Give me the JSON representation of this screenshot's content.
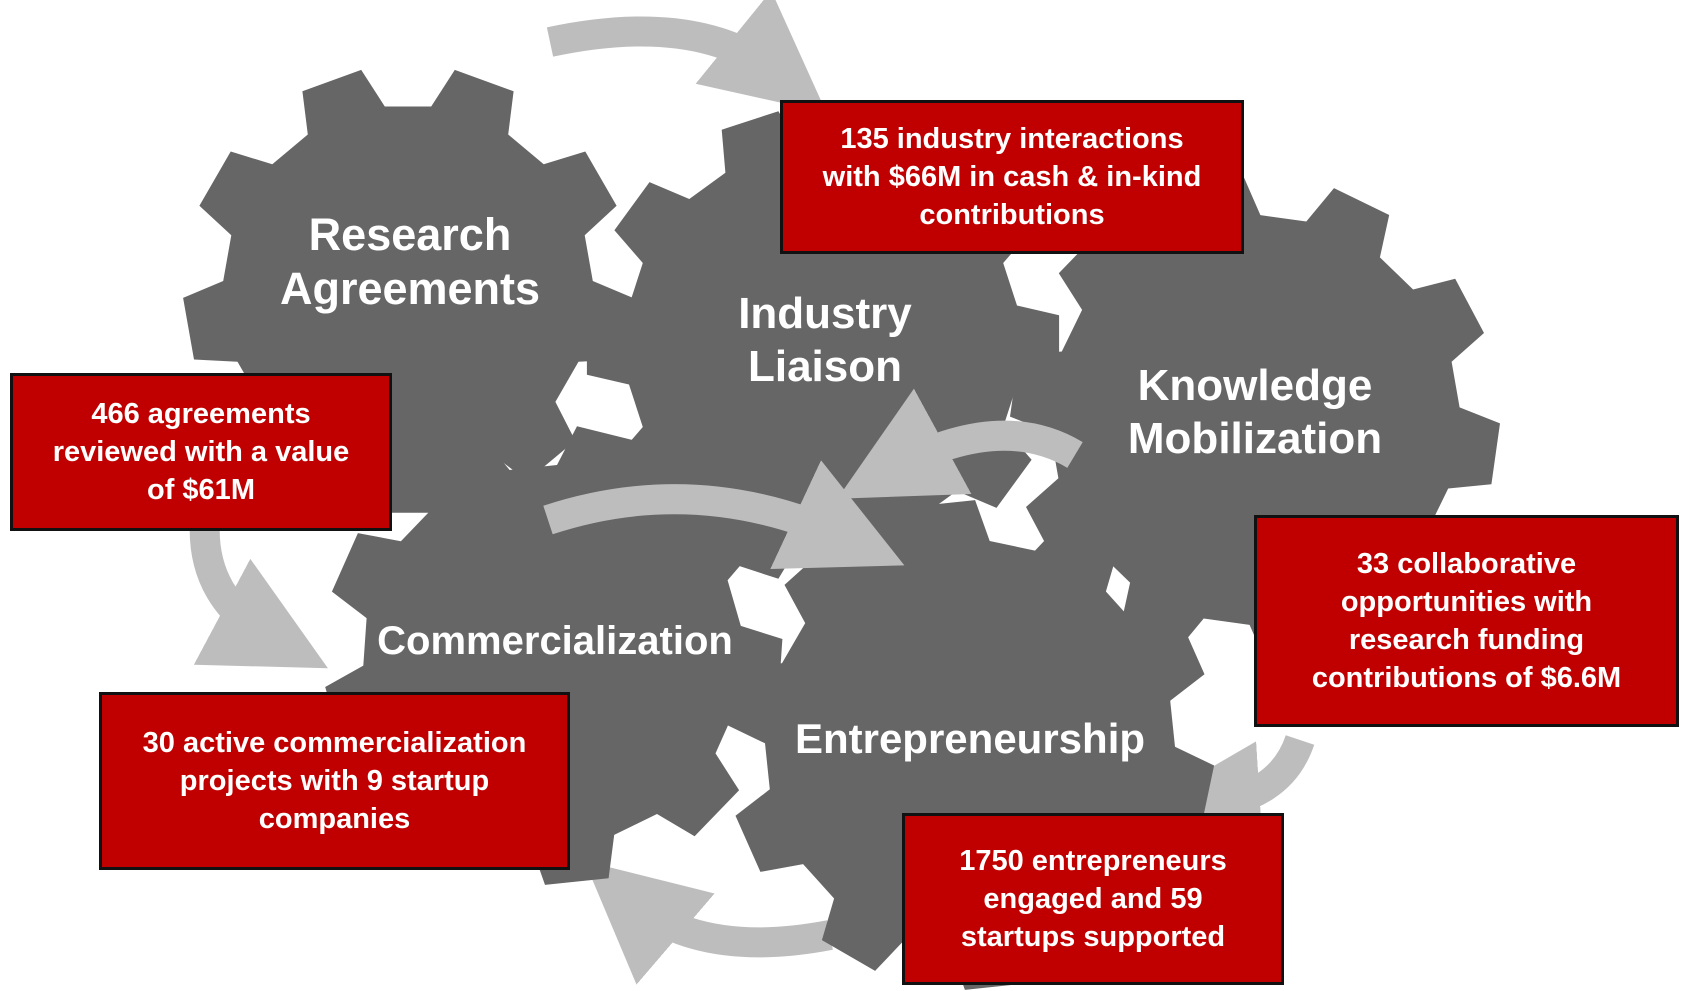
{
  "colors": {
    "gear": "#666666",
    "arrow": "#bdbdbd",
    "box": "#c00000",
    "box_border": "#111111",
    "text": "#ffffff"
  },
  "gears": [
    {
      "id": "research",
      "label": "Research\nAgreements"
    },
    {
      "id": "industry",
      "label": "Industry\nLiaison"
    },
    {
      "id": "knowledge",
      "label": "Knowledge\nMobilization"
    },
    {
      "id": "commercialization",
      "label": "Commercialization"
    },
    {
      "id": "entrepreneurship",
      "label": "Entrepreneurship"
    }
  ],
  "boxes": [
    {
      "id": "industry",
      "text": "135 industry interactions\nwith $66M in cash & in-kind\ncontributions"
    },
    {
      "id": "research",
      "text": "466 agreements\nreviewed with a value\nof $61M"
    },
    {
      "id": "knowledge",
      "text": "33 collaborative\nopportunities with\nresearch funding\ncontributions of $6.6M"
    },
    {
      "id": "commercialization",
      "text": "30 active commercialization\nprojects with 9 startup\ncompanies"
    },
    {
      "id": "entrepreneurship",
      "text": "1750 entrepreneurs\nengaged and 59\nstartups supported"
    }
  ]
}
